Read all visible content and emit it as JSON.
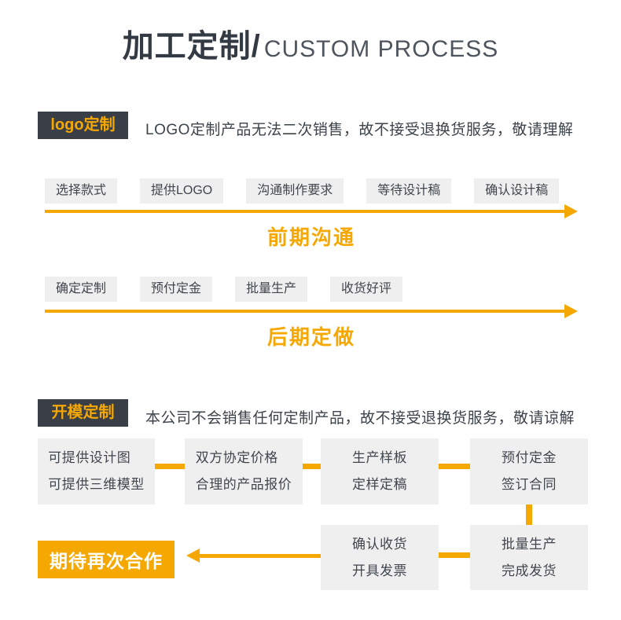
{
  "title": {
    "zh": "加工定制/",
    "en": "CUSTOM PROCESS"
  },
  "colors": {
    "accent": "#f5a802",
    "badge_bg": "#3a3f47",
    "badge_text": "#f5a802",
    "box_bg": "#efefef",
    "text_dark": "#3d434b",
    "final_box_text": "#ffffff"
  },
  "logo_section": {
    "badge": "logo定制",
    "note": "LOGO定制产品无法二次销售，故不接受退换货服务，敬请理解",
    "phase1": {
      "steps": [
        "选择款式",
        "提供LOGO",
        "沟通制作要求",
        "等待设计稿",
        "确认设计稿"
      ],
      "label": "前期沟通"
    },
    "phase2": {
      "steps": [
        "确定定制",
        "预付定金",
        "批量生产",
        "收货好评"
      ],
      "label": "后期定做"
    }
  },
  "mold_section": {
    "badge": "开模定制",
    "note": "本公司不会销售任何定制产品，故不接受退换货服务，敬请谅解",
    "flow": [
      {
        "line1": "可提供设计图",
        "line2": "可提供三维模型"
      },
      {
        "line1": "双方协定价格",
        "line2": "合理的产品报价"
      },
      {
        "line1": "生产样板",
        "line2": "定样定稿"
      },
      {
        "line1": "预付定金",
        "line2": "签订合同"
      },
      {
        "line1": "批量生产",
        "line2": "完成发货"
      },
      {
        "line1": "确认收货",
        "line2": "开具发票"
      }
    ],
    "final": "期待再次合作"
  }
}
